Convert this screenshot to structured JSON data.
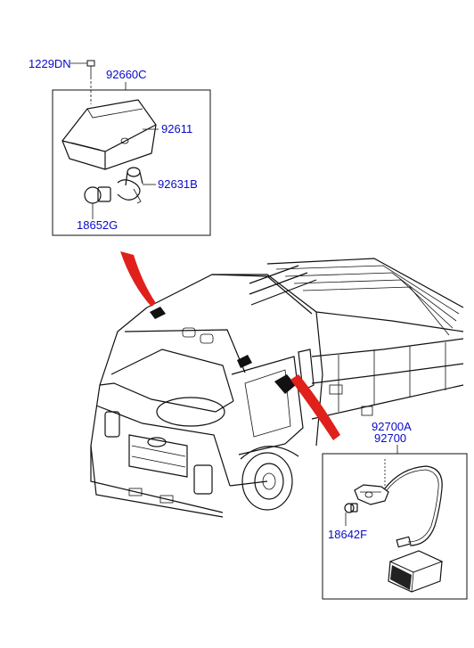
{
  "callouts": {
    "bolt": "1229DN",
    "roof_lamp_assy": "92660C",
    "lens_cover": "92611",
    "socket": "92631B",
    "bulb_roof": "18652G",
    "door_lamp_assy_a": "92700A",
    "door_lamp_assy": "92700",
    "bulb_door": "18642F"
  },
  "colors": {
    "callout_text": "#0a0ac8",
    "pointer_arrow": "#e0201a",
    "line_art": "#111111"
  }
}
